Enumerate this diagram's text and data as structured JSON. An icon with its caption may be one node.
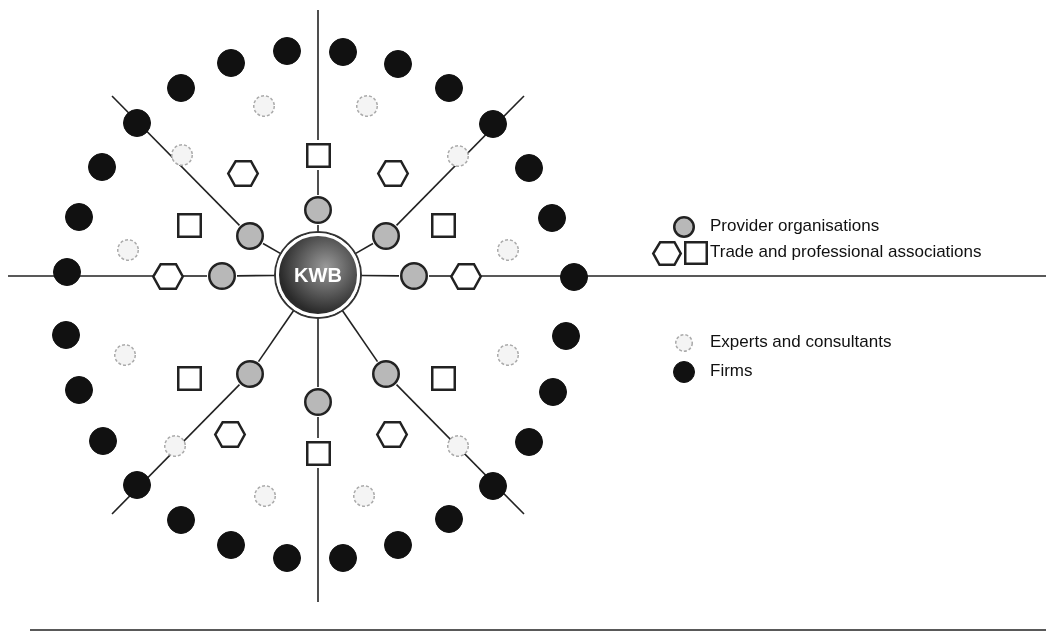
{
  "diagram": {
    "nodes": [
      {
        "text": [
          "KWB"
        ]
      },
      {
        "text": [],
        "shape": "circle"
      },
      {
        "text": [],
        "shape": "circle"
      },
      {
        "text": [],
        "shape": "circle"
      },
      {
        "text": [],
        "shape": "circle"
      },
      {
        "text": [],
        "shape": "circle"
      },
      {
        "text": [],
        "shape": "circle"
      },
      {
        "text": [],
        "shape": "circle"
      },
      {
        "text": [],
        "shape": "circle"
      },
      {
        "text": [],
        "shape": "hexagon"
      },
      {
        "text": [],
        "shape": "hexagon"
      },
      {
        "text": [],
        "shape": "hexagon"
      },
      {
        "text": [],
        "shape": "hexagon"
      },
      {
        "text": [],
        "shape": "hexagon"
      },
      {
        "text": [],
        "shape": "hexagon"
      },
      {
        "text": [],
        "shape": "box"
      },
      {
        "text": [],
        "shape": "box"
      },
      {
        "text": [],
        "shape": "box"
      },
      {
        "text": [],
        "shape": "box"
      },
      {
        "text": [],
        "shape": "box"
      },
      {
        "text": [],
        "shape": "box"
      },
      {
        "text": [],
        "shape": "circle"
      },
      {
        "text": [],
        "shape": "circle"
      },
      {
        "text": [],
        "shape": "circle"
      },
      {
        "text": [],
        "shape": "circle"
      },
      {
        "text": [],
        "shape": "circle"
      },
      {
        "text": [],
        "shape": "circle"
      },
      {
        "text": [],
        "shape": "circle"
      },
      {
        "text": [],
        "shape": "circle"
      },
      {
        "text": [],
        "shape": "circle"
      },
      {
        "text": [],
        "shape": "circle"
      },
      {
        "text": [],
        "shape": "circle"
      },
      {
        "text": [],
        "shape": "circle"
      },
      {
        "text": [],
        "shape": "circle"
      },
      {
        "text": [],
        "shape": "circle"
      },
      {
        "text": [],
        "shape": "circle"
      },
      {
        "text": [],
        "shape": "circle"
      },
      {
        "text": [],
        "shape": "circle"
      },
      {
        "text": [],
        "shape": "circle"
      },
      {
        "text": [],
        "shape": "circle"
      },
      {
        "text": [],
        "shape": "circle"
      },
      {
        "text": [],
        "shape": "circle"
      },
      {
        "text": [],
        "shape": "circle"
      },
      {
        "text": [],
        "shape": "circle"
      },
      {
        "text": [],
        "shape": "circle"
      },
      {
        "text": [],
        "shape": "circle"
      },
      {
        "text": [],
        "shape": "circle"
      },
      {
        "text": [],
        "shape": "circle"
      },
      {
        "text": [],
        "shape": "circle"
      },
      {
        "text": [],
        "shape": "circle"
      },
      {
        "text": [],
        "shape": "circle"
      },
      {
        "text": [],
        "shape": "circle"
      },
      {
        "text": [],
        "shape": "circle"
      },
      {
        "text": [],
        "shape": "circle"
      },
      {
        "text": [],
        "shape": "circle"
      },
      {
        "text": [],
        "shape": "circle"
      },
      {
        "text": [],
        "shape": "circle"
      },
      {
        "text": [],
        "shape": "circle"
      },
      {
        "text": [],
        "shape": "circle"
      },
      {
        "text": [],
        "shape": "circle"
      },
      {
        "text": [],
        "shape": "circle"
      }
    ],
    "edges": [
      {
        "from": 0,
        "to": 1,
        "arrow": "none"
      },
      {
        "from": 0,
        "to": 2,
        "arrow": "none"
      },
      {
        "from": 0,
        "to": 3,
        "arrow": "none"
      },
      {
        "from": 0,
        "to": 4,
        "arrow": "none"
      },
      {
        "from": 0,
        "to": 5,
        "arrow": "none"
      },
      {
        "from": 0,
        "to": 6,
        "arrow": "none"
      },
      {
        "from": 0,
        "to": 7,
        "arrow": "none"
      },
      {
        "from": 0,
        "to": 8,
        "arrow": "none"
      },
      {
        "from": 1,
        "to": 15,
        "arrow": "none"
      },
      {
        "from": 4,
        "to": 11,
        "arrow": "none"
      },
      {
        "from": 5,
        "to": 12,
        "arrow": "none"
      },
      {
        "from": 8,
        "to": 20,
        "arrow": "none"
      }
    ],
    "legend": [
      {
        "text": "Provider organisations"
      },
      {
        "text": "Trade and professional associations"
      },
      {
        "text": "Experts and consultants"
      },
      {
        "text": "Firms"
      }
    ]
  }
}
